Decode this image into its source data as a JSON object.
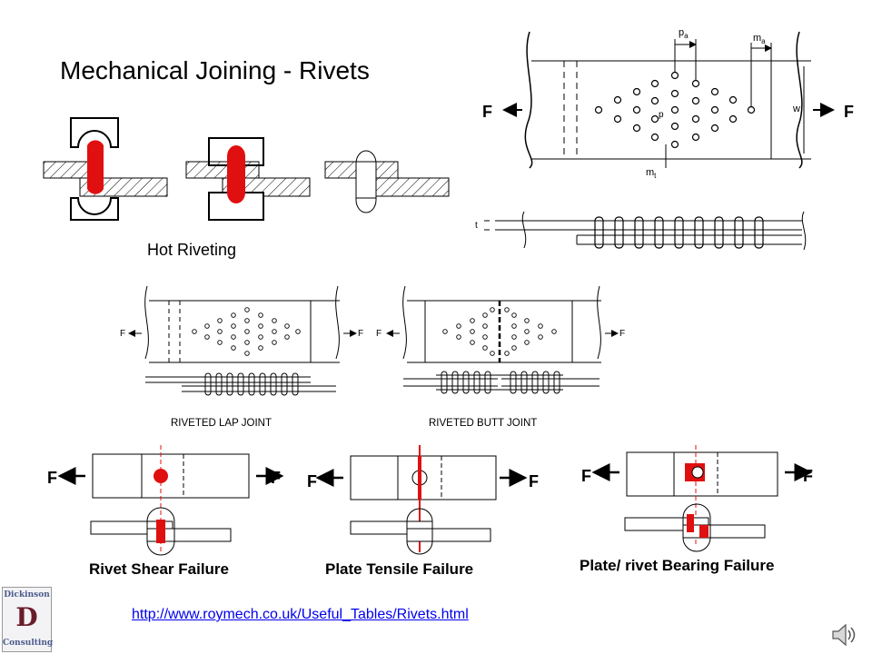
{
  "slide": {
    "title": "Mechanical Joining - Rivets",
    "hot_riveting_label": "Hot Riveting",
    "reference_link": "http://www.roymech.co.uk/Useful_Tables/Rivets.html"
  },
  "joint_diagram": {
    "force_label": "F",
    "labels": {
      "pa": "p",
      "pa_sub": "a",
      "ma": "m",
      "ma_sub": "a",
      "p": "p",
      "mt": "m",
      "mt_sub": "t",
      "w": "w",
      "t": "t"
    }
  },
  "small_joints": {
    "force_label": "F",
    "lap_caption": "RIVETED LAP JOINT",
    "butt_caption": "RIVETED BUTT JOINT"
  },
  "failure_modes": {
    "force_label": "F",
    "items": [
      {
        "caption": "Rivet Shear Failure"
      },
      {
        "caption": "Plate Tensile  Failure"
      },
      {
        "caption": "Plate/ rivet Bearing Failure"
      }
    ]
  },
  "logo": {
    "line1": "Dickinson",
    "line2": "D",
    "line3": "Consulting"
  },
  "colors": {
    "rivet_red": "#e01010",
    "link": "#0000ee"
  },
  "icons": [
    "speaker-icon",
    "left-arrow-icon",
    "right-arrow-icon"
  ]
}
